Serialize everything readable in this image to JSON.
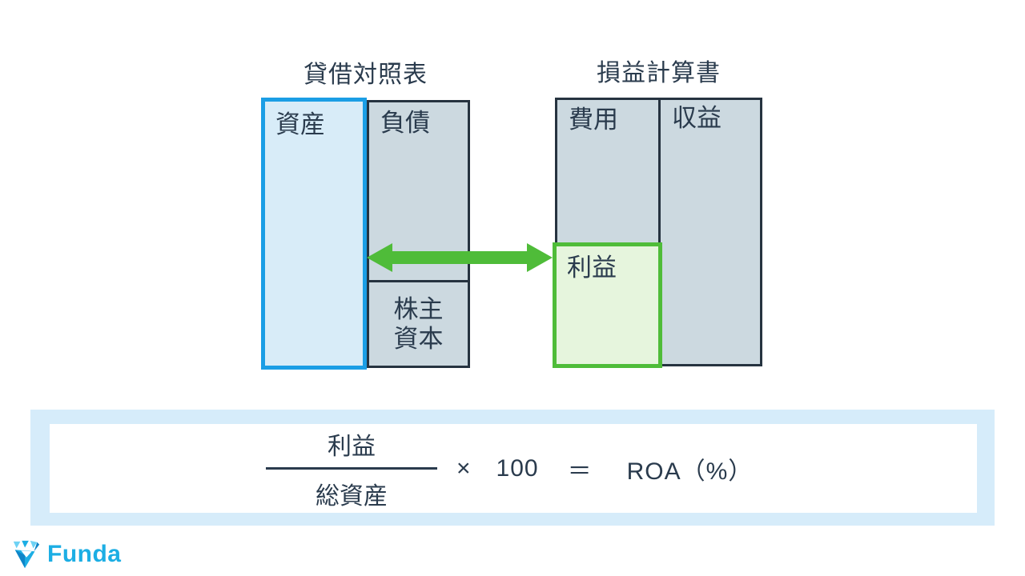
{
  "balance_sheet": {
    "title": "貸借対照表",
    "assets_label": "資産",
    "liabilities_label": "負債",
    "equity_label": "株主\n資本"
  },
  "income_statement": {
    "title": "損益計算書",
    "expenses_label": "費用",
    "revenue_label": "収益",
    "profit_label": "利益"
  },
  "formula": {
    "numerator": "利益",
    "denominator": "総資産",
    "multiply_sign": "×",
    "multiplier": "100",
    "equals_sign": "＝",
    "result": "ROA（%）"
  },
  "logo": {
    "brand": "Funda"
  },
  "colors": {
    "highlight_blue_border": "#1B9EE5",
    "highlight_blue_fill": "#D8ECF8",
    "highlight_green_border": "#4FBC39",
    "highlight_green_fill": "#E6F5DD",
    "neutral_fill": "#CCD9E0",
    "neutral_border": "#263340",
    "text_dark": "#2A3B4D",
    "formula_band": "#D6ECFA",
    "arrow_green": "#4FBC39",
    "brand_cyan": "#1CAEE4"
  }
}
